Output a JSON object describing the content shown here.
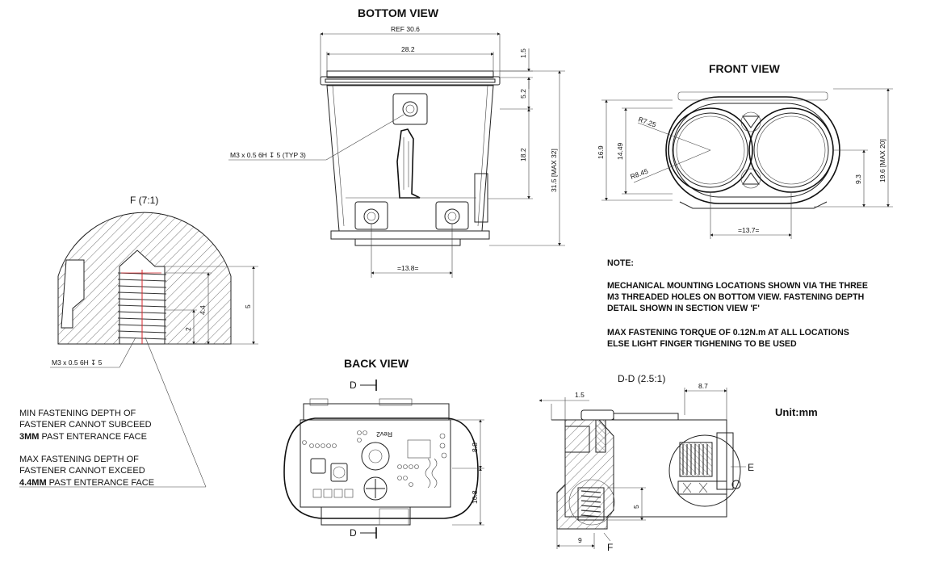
{
  "titles": {
    "bottom_view": "BOTTOM VIEW",
    "front_view": "FRONT VIEW",
    "back_view": "BACK VIEW",
    "detail_f": "F (7:1)",
    "section_dd": "D-D (2.5:1)"
  },
  "bottom_dims": {
    "ref": "REF 30.6",
    "width": "28.2",
    "d15": "1.5",
    "d52": "5.2",
    "d182": "18.2",
    "height": "31.5 [MAX 32]",
    "hole_spacing": "=13.8=",
    "thread_callout": "M3 x 0.5 6H ↧ 5 (TYP 3)"
  },
  "front_dims": {
    "r1": "R7.25",
    "r2": "R8.45",
    "d169": "16.9",
    "d1449": "14.49",
    "d93": "9.3",
    "height": "19.6 [MAX 20]",
    "spacing": "=13.7="
  },
  "detail_dims": {
    "d2": "2",
    "d44": "4.4",
    "d5": "5",
    "thread": "M3 x 0.5 6H ↧ 5"
  },
  "back_dims": {
    "d88": "8.8",
    "d108": "10.8",
    "section_mark_top": "D",
    "section_mark_bottom": "D",
    "pcb_text": "Rev2"
  },
  "section_dims": {
    "d15": "1.5",
    "d87": "8.7",
    "d5": "5",
    "d9": "9",
    "label_e": "E",
    "label_f": "F"
  },
  "note": {
    "heading": "NOTE:",
    "lines": [
      "MECHANICAL MOUNTING LOCATIONS SHOWN VIA THE THREE",
      "M3 THREADED HOLES ON BOTTOM VIEW. FASTENING DEPTH",
      "DETAIL SHOWN IN SECTION VIEW 'F'",
      "",
      "MAX FASTENING TORQUE OF 0.12N.m AT ALL LOCATIONS",
      "ELSE LIGHT FINGER TIGHENING TO BE USED"
    ]
  },
  "fastening_notes": {
    "min_lines": [
      "MIN FASTENING DEPTH OF",
      "FASTENER CANNOT SUBCEED",
      "3MM",
      " PAST ENTERANCE FACE"
    ],
    "max_lines": [
      "MAX FASTENING DEPTH OF",
      "FASTENER CANNOT EXCEED",
      "4.4MM",
      " PAST ENTERANCE FACE"
    ]
  },
  "unit": "Unit:mm",
  "colors": {
    "line": "#222222",
    "red_axis": "#d9262b",
    "background": "#ffffff"
  }
}
